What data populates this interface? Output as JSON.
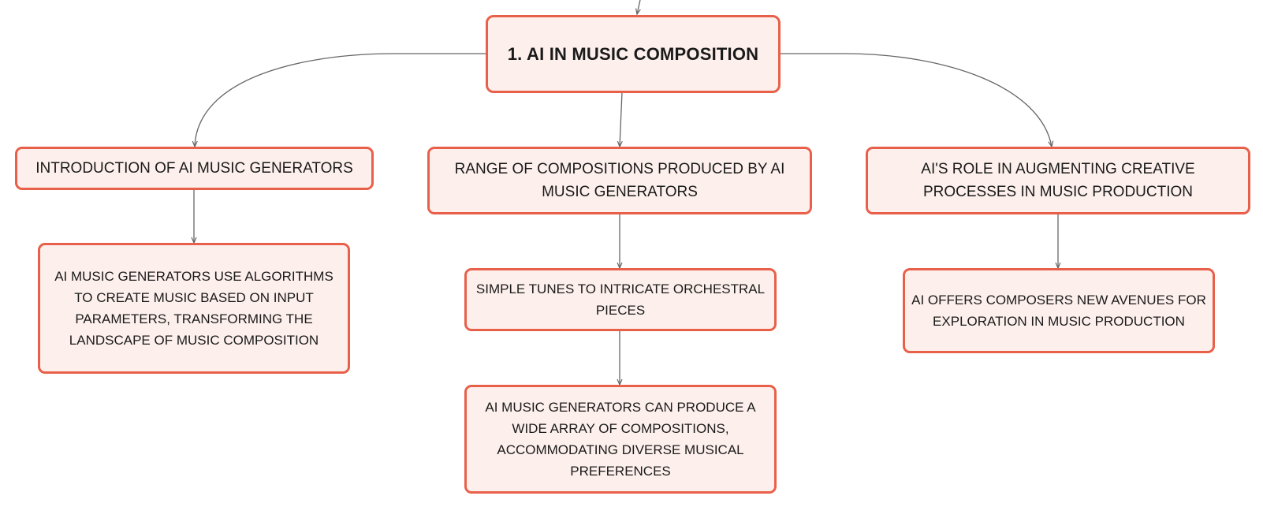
{
  "diagram": {
    "root": {
      "label": "1. AI IN MUSIC COMPOSITION"
    },
    "branches": [
      {
        "label": "INTRODUCTION OF AI MUSIC GENERATORS",
        "children": [
          {
            "label": "AI MUSIC GENERATORS USE ALGORITHMS TO CREATE MUSIC BASED ON INPUT PARAMETERS, TRANSFORMING THE LANDSCAPE OF MUSIC COMPOSITION"
          }
        ]
      },
      {
        "label": "RANGE OF COMPOSITIONS PRODUCED BY AI MUSIC GENERATORS",
        "children": [
          {
            "label": "SIMPLE TUNES TO INTRICATE ORCHESTRAL PIECES"
          },
          {
            "label": "AI MUSIC GENERATORS CAN PRODUCE A WIDE ARRAY OF COMPOSITIONS, ACCOMMODATING DIVERSE MUSICAL PREFERENCES"
          }
        ]
      },
      {
        "label": "AI'S ROLE IN AUGMENTING CREATIVE PROCESSES IN MUSIC PRODUCTION",
        "children": [
          {
            "label": "AI OFFERS COMPOSERS NEW AVENUES FOR EXPLORATION IN MUSIC PRODUCTION"
          }
        ]
      }
    ]
  },
  "colors": {
    "node_border": "#e8604a",
    "node_fill": "#fdf0ec",
    "connector": "#666666",
    "text": "#1a1a1a"
  }
}
